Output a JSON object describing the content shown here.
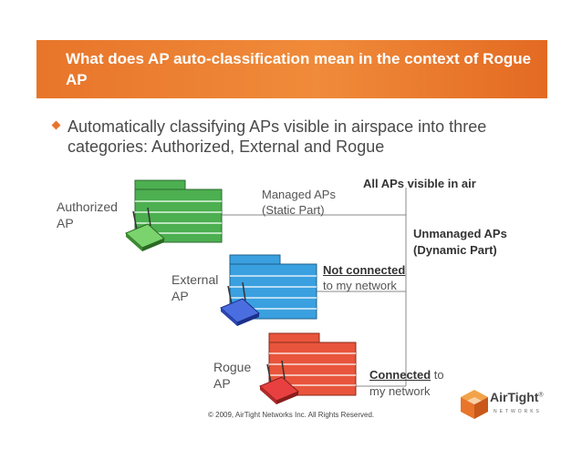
{
  "banner": {
    "title": "What does AP auto-classification mean in the context of Rogue AP"
  },
  "bullet": {
    "text": "Automatically classifying APs visible in airspace into three categories: Authorized, External and Rogue"
  },
  "diagram": {
    "all_aps": "All APs visible in air",
    "managed_line1": "Managed APs",
    "managed_line2": "(Static Part)",
    "unmanaged_line1": "Unmanaged APs",
    "unmanaged_line2": "(Dynamic Part)",
    "not_connected_bold": "Not connected",
    "not_connected_rest": "to my network",
    "connected_bold": "Connected",
    "connected_rest1": " to",
    "connected_rest2": "my network",
    "authorized_line1": "Authorized",
    "authorized_line2": "AP",
    "external_line1": "External",
    "external_line2": "AP",
    "rogue_line1": "Rogue",
    "rogue_line2": "AP"
  },
  "colors": {
    "banner": "#e8752a",
    "authorized": "#4caf50",
    "external": "#3aa0e0",
    "rogue": "#e8553c"
  },
  "footer": {
    "copyright": "© 2009, AirTight Networks Inc. All Rights Reserved."
  },
  "logo": {
    "name": "AirTight",
    "tm": "®",
    "sub": "NETWORKS"
  }
}
